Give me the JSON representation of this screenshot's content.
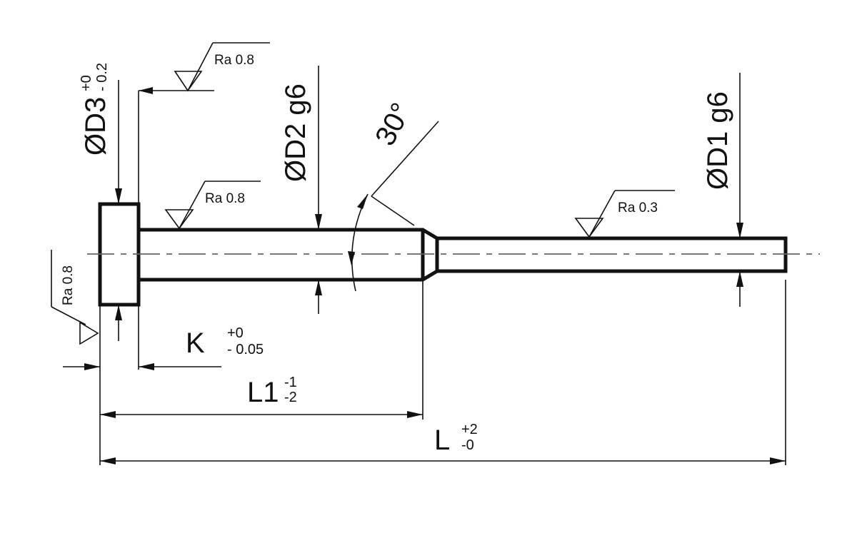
{
  "dimensions": {
    "d3": {
      "label": "ØD3",
      "tol_upper": "+0",
      "tol_lower": "- 0.2"
    },
    "d2": {
      "label": "ØD2 g6"
    },
    "d1": {
      "label": "ØD1 g6"
    },
    "angle": {
      "label": "30°"
    },
    "k": {
      "label": "K",
      "tol_upper": "+0",
      "tol_lower": "- 0.05"
    },
    "l1": {
      "label": "L1",
      "tol_upper": "-1",
      "tol_lower": "-2"
    },
    "l": {
      "label": "L",
      "tol_upper": "+2",
      "tol_lower": "-0"
    }
  },
  "roughness": {
    "head_top": "Ra 0.8",
    "shank": "Ra 0.8",
    "head_face": "Ra 0.8",
    "pin": "Ra 0.3"
  }
}
